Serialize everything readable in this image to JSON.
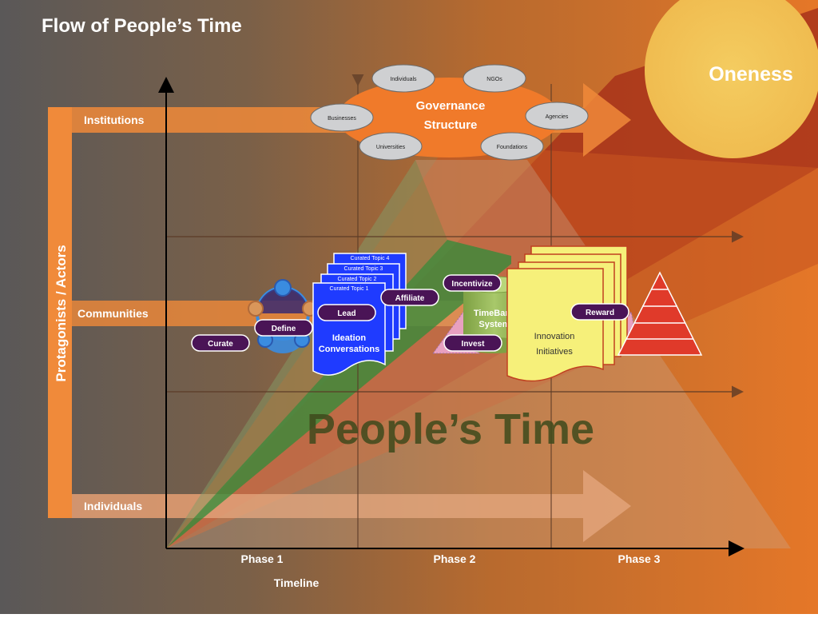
{
  "title": "Flow of People’s Time",
  "oneness": "Oneness",
  "y_axis_label": "Protagonists / Actors",
  "levels": {
    "institutions": "Institutions",
    "communities": "Communities",
    "individuals": "Individuals"
  },
  "x_axis": {
    "label": "Timeline",
    "phases": [
      "Phase 1",
      "Phase 2",
      "Phase 3"
    ]
  },
  "governance": {
    "line1": "Governance",
    "line2": "Structure",
    "members": {
      "individuals": "Individuals",
      "ngos": "NGOs",
      "businesses": "Businesses",
      "agencies": "Agencies",
      "universities": "Universities",
      "foundations": "Foundations"
    }
  },
  "topics": [
    "Curated Topic 4",
    "Curated Topic 3",
    "Curated Topic 2",
    "Curated Topic 1"
  ],
  "ideation": {
    "line1": "Ideation",
    "line2": "Conversations"
  },
  "timebank": {
    "line1": "TimeBank",
    "line2": "System"
  },
  "innovation": {
    "line1": "Innovation",
    "line2": "Initiatives"
  },
  "actions": {
    "curate": "Curate",
    "define": "Define",
    "lead": "Lead",
    "affiliate": "Affiliate",
    "incentivize": "Incentivize",
    "invest": "Invest",
    "reward": "Reward"
  },
  "watermark": "People’s Time",
  "colors": {
    "orange_band": "#f08a3a",
    "pill": "#4a1456",
    "doc_blue": "#1f3bff",
    "cylinder_green": "#98b85a",
    "note_yellow": "#f6f07a",
    "pyramid_red": "#e03a2a",
    "sun": "#f2c458"
  }
}
